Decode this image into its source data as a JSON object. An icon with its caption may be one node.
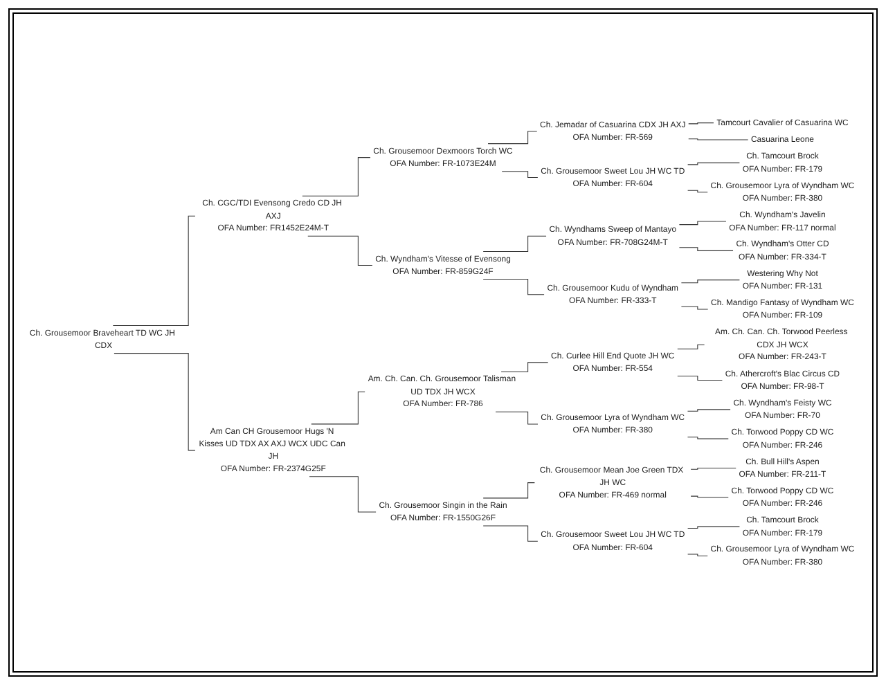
{
  "diagram": {
    "nodes": [
      {
        "text": [
          "Ch. Grousemoor Braveheart TD WC JH CDX"
        ]
      },
      {
        "text": [
          "Ch. CGC/TDI Evensong Credo CD JH AXJ",
          "OFA Number: FR1452E24M-T"
        ]
      },
      {
        "text": [
          "Ch. Grousemoor Dexmoors Torch WC",
          "OFA Number: FR-1073E24M"
        ]
      },
      {
        "text": [
          "Ch. Jemadar of Casuarina CDX JH AXJ",
          "OFA Number: FR-569"
        ]
      },
      {
        "text": [
          "Tamcourt Cavalier of Casuarina WC"
        ]
      },
      {
        "text": [
          "Casuarina Leone"
        ]
      },
      {
        "text": [
          "Ch. Grousemoor Sweet Lou JH WC TD",
          "OFA Number: FR-604"
        ]
      },
      {
        "text": [
          "Ch. Tamcourt Brock",
          "OFA Number: FR-179"
        ]
      },
      {
        "text": [
          "Ch. Grousemoor Lyra of Wyndham WC",
          "OFA Number: FR-380"
        ]
      },
      {
        "text": [
          "Ch. Wyndham's Vitesse of Evensong",
          "OFA Number: FR-859G24F"
        ]
      },
      {
        "text": [
          "Ch. Wyndhams Sweep of Mantayo",
          "OFA Number: FR-708G24M-T"
        ]
      },
      {
        "text": [
          "Ch. Wyndham's Javelin",
          "OFA Number: FR-117 normal"
        ]
      },
      {
        "text": [
          "Ch. Wyndham's Otter CD",
          "OFA Number: FR-334-T"
        ]
      },
      {
        "text": [
          "Ch. Grousemoor Kudu of Wyndham",
          "OFA Number: FR-333-T"
        ]
      },
      {
        "text": [
          "Westering Why Not",
          "OFA Number: FR-131"
        ]
      },
      {
        "text": [
          "Ch. Mandigo Fantasy of Wyndham WC",
          "OFA Number: FR-109"
        ]
      },
      {
        "text": [
          "Am Can CH Grousemoor Hugs 'N Kisses UD TDX AX AXJ WCX UDC Can JH",
          "OFA Number: FR-2374G25F"
        ]
      },
      {
        "text": [
          "Am. Ch. Can. Ch. Grousemoor Talisman UD TDX JH WCX",
          "OFA Number: FR-786"
        ]
      },
      {
        "text": [
          "Ch. Curlee Hill End Quote JH WC",
          "OFA Number: FR-554"
        ]
      },
      {
        "text": [
          "Am. Ch. Can. Ch. Torwood Peerless CDX JH WCX",
          "OFA Number: FR-243-T"
        ]
      },
      {
        "text": [
          "Ch. Athercroft's Blac Circus CD",
          "OFA Number: FR-98-T"
        ]
      },
      {
        "text": [
          "Ch. Grousemoor Lyra of Wyndham WC",
          "OFA Number: FR-380"
        ]
      },
      {
        "text": [
          "Ch. Wyndham's Feisty WC",
          "OFA Number: FR-70"
        ]
      },
      {
        "text": [
          "Ch. Torwood Poppy CD WC",
          "OFA Number: FR-246"
        ]
      },
      {
        "text": [
          "Ch. Grousemoor Singin in the Rain",
          "OFA Number: FR-1550G26F"
        ]
      },
      {
        "text": [
          "Ch. Grousemoor Mean Joe Green TDX JH WC",
          "OFA Number: FR-469 normal"
        ]
      },
      {
        "text": [
          "Ch. Bull Hill's Aspen",
          "OFA Number: FR-211-T"
        ]
      },
      {
        "text": [
          "Ch. Torwood Poppy CD WC",
          "OFA Number: FR-246"
        ]
      },
      {
        "text": [
          "Ch. Grousemoor Sweet Lou JH WC TD",
          "OFA Number: FR-604"
        ]
      },
      {
        "text": [
          "Ch. Tamcourt Brock",
          "OFA Number: FR-179"
        ]
      },
      {
        "text": [
          "Ch. Grousemoor Lyra of Wyndham WC",
          "OFA Number: FR-380"
        ]
      }
    ],
    "edges": [
      {
        "from": 0,
        "to": 1,
        "arrow": "none"
      },
      {
        "from": 0,
        "to": 16,
        "arrow": "none"
      },
      {
        "from": 1,
        "to": 2,
        "arrow": "none"
      },
      {
        "from": 1,
        "to": 9,
        "arrow": "none"
      },
      {
        "from": 2,
        "to": 3,
        "arrow": "none"
      },
      {
        "from": 2,
        "to": 6,
        "arrow": "none"
      },
      {
        "from": 3,
        "to": 4,
        "arrow": "none"
      },
      {
        "from": 3,
        "to": 5,
        "arrow": "none"
      },
      {
        "from": 6,
        "to": 7,
        "arrow": "none"
      },
      {
        "from": 6,
        "to": 8,
        "arrow": "none"
      },
      {
        "from": 9,
        "to": 10,
        "arrow": "none"
      },
      {
        "from": 9,
        "to": 13,
        "arrow": "none"
      },
      {
        "from": 10,
        "to": 11,
        "arrow": "none"
      },
      {
        "from": 10,
        "to": 12,
        "arrow": "none"
      },
      {
        "from": 13,
        "to": 14,
        "arrow": "none"
      },
      {
        "from": 13,
        "to": 15,
        "arrow": "none"
      },
      {
        "from": 16,
        "to": 17,
        "arrow": "none"
      },
      {
        "from": 16,
        "to": 24,
        "arrow": "none"
      },
      {
        "from": 17,
        "to": 18,
        "arrow": "none"
      },
      {
        "from": 17,
        "to": 21,
        "arrow": "none"
      },
      {
        "from": 18,
        "to": 19,
        "arrow": "none"
      },
      {
        "from": 18,
        "to": 20,
        "arrow": "none"
      },
      {
        "from": 21,
        "to": 22,
        "arrow": "none"
      },
      {
        "from": 21,
        "to": 23,
        "arrow": "none"
      },
      {
        "from": 24,
        "to": 25,
        "arrow": "none"
      },
      {
        "from": 24,
        "to": 28,
        "arrow": "none"
      },
      {
        "from": 25,
        "to": 26,
        "arrow": "none"
      },
      {
        "from": 25,
        "to": 27,
        "arrow": "none"
      },
      {
        "from": 28,
        "to": 29,
        "arrow": "none"
      },
      {
        "from": 28,
        "to": 30,
        "arrow": "none"
      }
    ]
  }
}
